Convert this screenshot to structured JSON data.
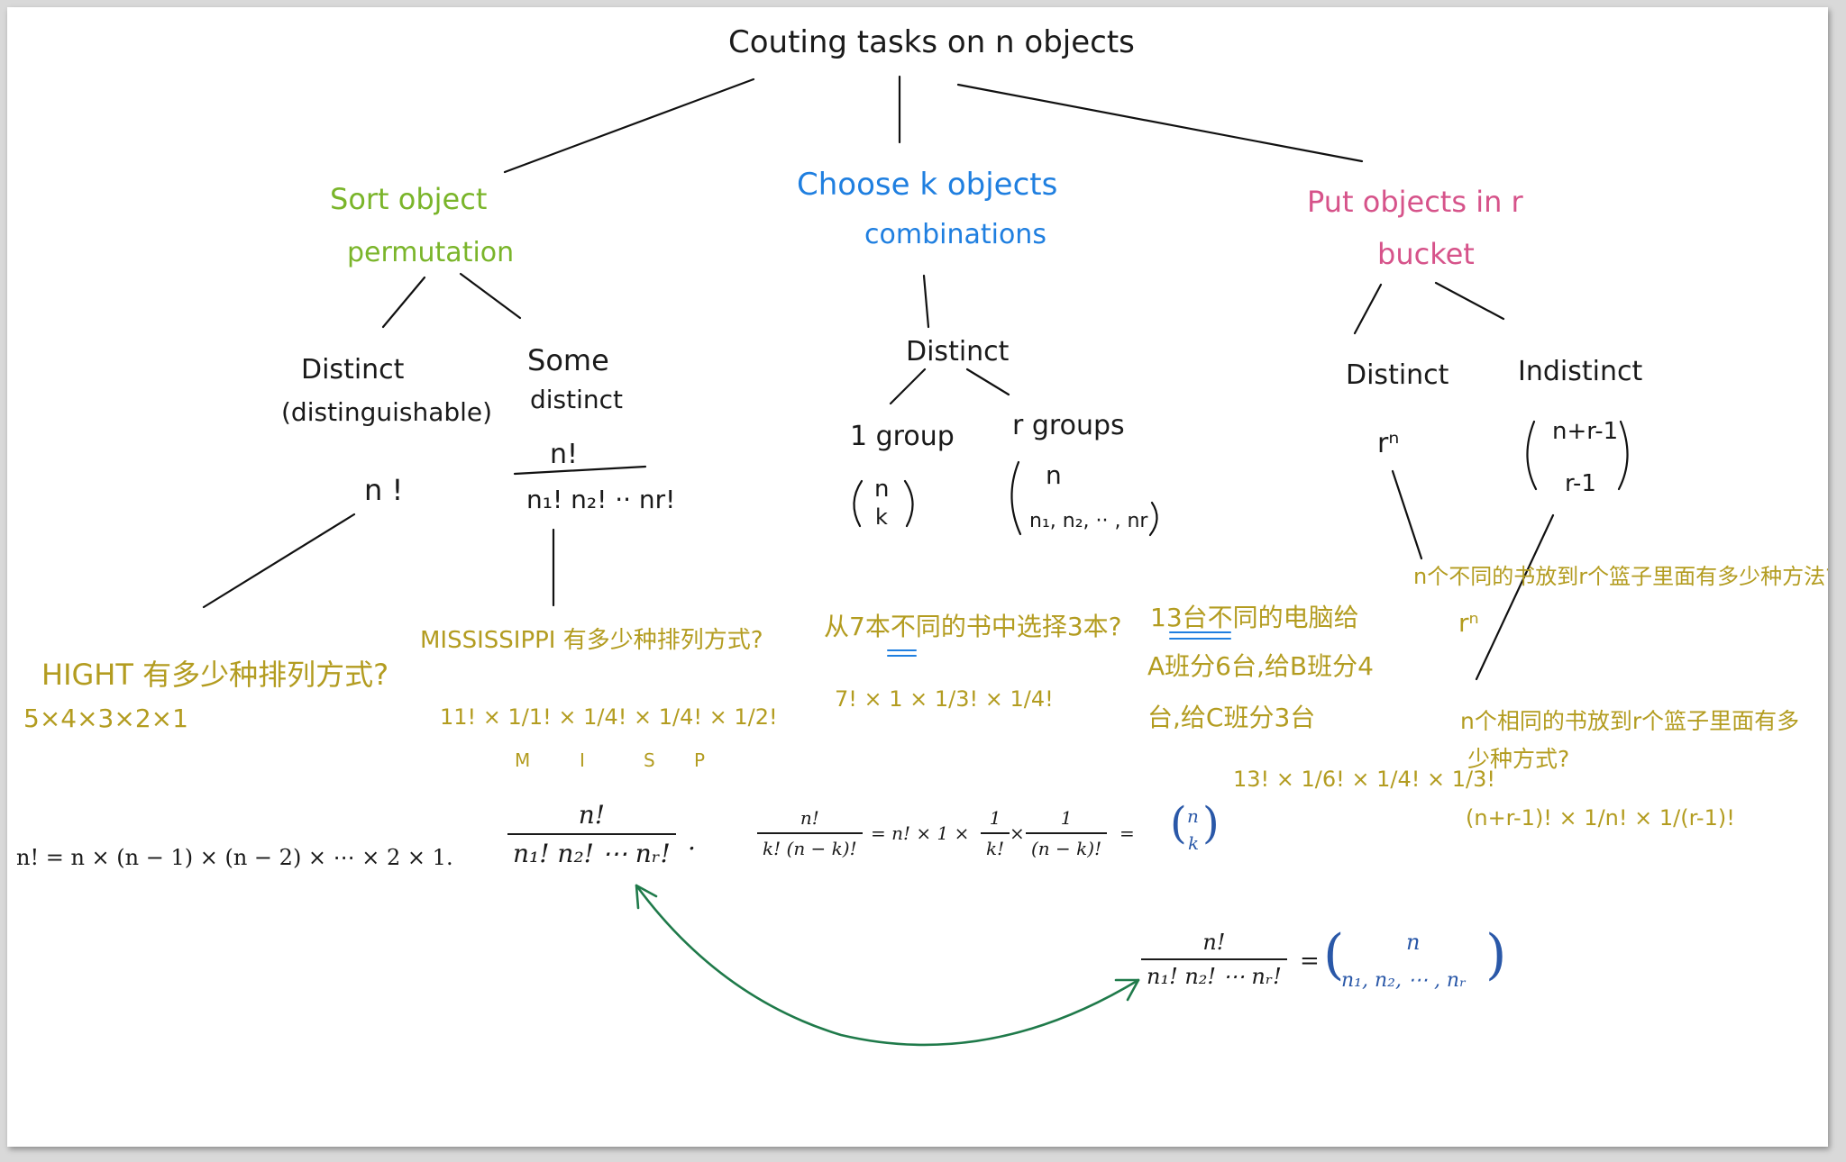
{
  "root": "Couting tasks on n objects",
  "branches": {
    "sort": {
      "title": "Sort object",
      "subtitle": "permutation",
      "distinct_label": "Distinct",
      "distinct_sub": "(distinguishable)",
      "distinct_formula": "n !",
      "some_label": "Some",
      "some_sub": "distinct",
      "some_num": "n!",
      "some_den": "n₁! n₂! ·· nr!"
    },
    "choose": {
      "title": "Choose k objects",
      "subtitle": "combinations",
      "distinct_label": "Distinct",
      "one_group": "1 group",
      "one_group_top": "n",
      "one_group_bottom": "k",
      "r_groups": "r groups",
      "r_groups_top": "n",
      "r_groups_bottom": "n₁, n₂, ·· , nr"
    },
    "put": {
      "title_line1": "Put objects in r",
      "title_line2": "bucket",
      "distinct_label": "Distinct",
      "distinct_formula": "rⁿ",
      "indistinct_label": "Indistinct",
      "indistinct_top": "n+r-1",
      "indistinct_bottom": "r-1"
    }
  },
  "examples": {
    "hight_q": "HIGHT 有多少种排列方式?",
    "hight_a": "5×4×3×2×1",
    "miss_q": "MISSISSIPPI 有多少种排列方式?",
    "miss_a": "11! × 1/1! × 1/4! × 1/4! × 1/2!",
    "miss_letters": [
      "M",
      "I",
      "S",
      "P"
    ],
    "book_q": "从7本不同的书中选择3本?",
    "book_a": "7! × 1 × 1/3! × 1/4!",
    "computers_q_line1": "13台不同的电脑给",
    "computers_q_line2": "A班分6台,给B班分4",
    "computers_q_line3": "台,给C班分3台",
    "computers_a": "13! × 1/6! × 1/4! × 1/3!",
    "distinct_books_q": "n个不同的书放到r个篮子里面有多少种方法?",
    "distinct_books_a": "rⁿ",
    "same_books_q_line1": "n个相同的书放到r个篮子里面有多",
    "same_books_q_line2": "少种方式?",
    "same_books_a": "(n+r-1)! × 1/n! × 1/(r-1)!"
  },
  "formulas": {
    "factorial": "n! = n × (n − 1) × (n − 2) × ⋯ × 2 × 1.",
    "multinomial_num": "n!",
    "multinomial_den": "n₁! n₂! ⋯ nᵣ!",
    "binom_lhs_num": "n!",
    "binom_lhs_den": "k! (n − k)!",
    "binom_mid": "= n! × 1 ×",
    "binom_f1_num": "1",
    "binom_f1_den": "k!",
    "binom_times": "×",
    "binom_f2_num": "1",
    "binom_f2_den": "(n − k)!",
    "binom_eq": "=",
    "binom_result_top": "n",
    "binom_result_bottom": "k",
    "multi_num": "n!",
    "multi_den": "n₁! n₂! ⋯ nᵣ!",
    "multi_eq": "=",
    "multi_result_top": "n",
    "multi_result_bottom": "n₁, n₂, ⋯ , nᵣ"
  },
  "colors": {
    "sort": "#7ab52a",
    "choose": "#1f7fe0",
    "put": "#d6538a",
    "example": "#b39c20",
    "arrow": "#1f7a4a"
  }
}
